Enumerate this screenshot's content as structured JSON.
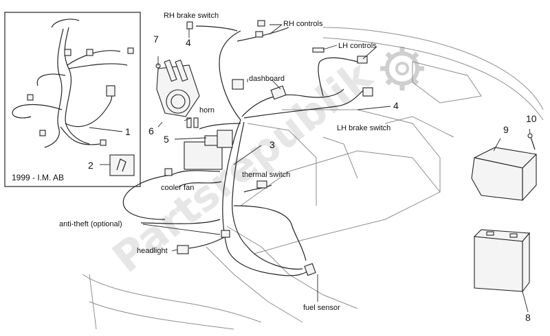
{
  "labels": {
    "rh_brake_switch": "RH brake switch",
    "rh_controls": "RH controls",
    "lh_controls": "LH controls",
    "dashboard": "dashboard",
    "horn": "horn",
    "lh_brake_switch": "LH brake switch",
    "thermal_switch": "thermal switch",
    "cooler_fan": "cooler fan",
    "anti_theft": "anti-theft (optional)",
    "headlight": "headlight",
    "fuel_sensor": "fuel sensor",
    "inset_caption": "1999 - I.M. AB"
  },
  "callouts": {
    "n1": "1",
    "n2": "2",
    "n3": "3",
    "n4a": "4",
    "n4b": "4",
    "n5": "5",
    "n6": "6",
    "n7": "7",
    "n8": "8",
    "n9": "9",
    "n10": "10"
  },
  "watermark": "Partsrepublik",
  "colors": {
    "line": "#222222",
    "frame": "#8c8c8c",
    "watermark": "#d2d2d2"
  }
}
